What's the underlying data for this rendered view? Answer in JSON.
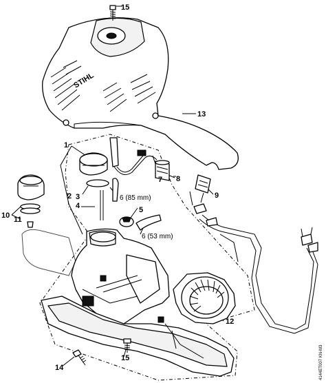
{
  "diagram": {
    "brand_logo": "STIHL",
    "reference_code": "4144ET007 KN-M3",
    "callouts": {
      "c1": "1",
      "c2": "2",
      "c3": "3",
      "c4": "4",
      "c5": "5",
      "c6a": "6 (85 mm)",
      "c6b": "6 (53 mm)",
      "c7": "7",
      "c8": "8",
      "c9": "9",
      "c10": "10",
      "c11": "11",
      "c12": "12",
      "c13": "13",
      "c14": "14",
      "c15_top": "15",
      "c15_bottom": "15"
    }
  }
}
